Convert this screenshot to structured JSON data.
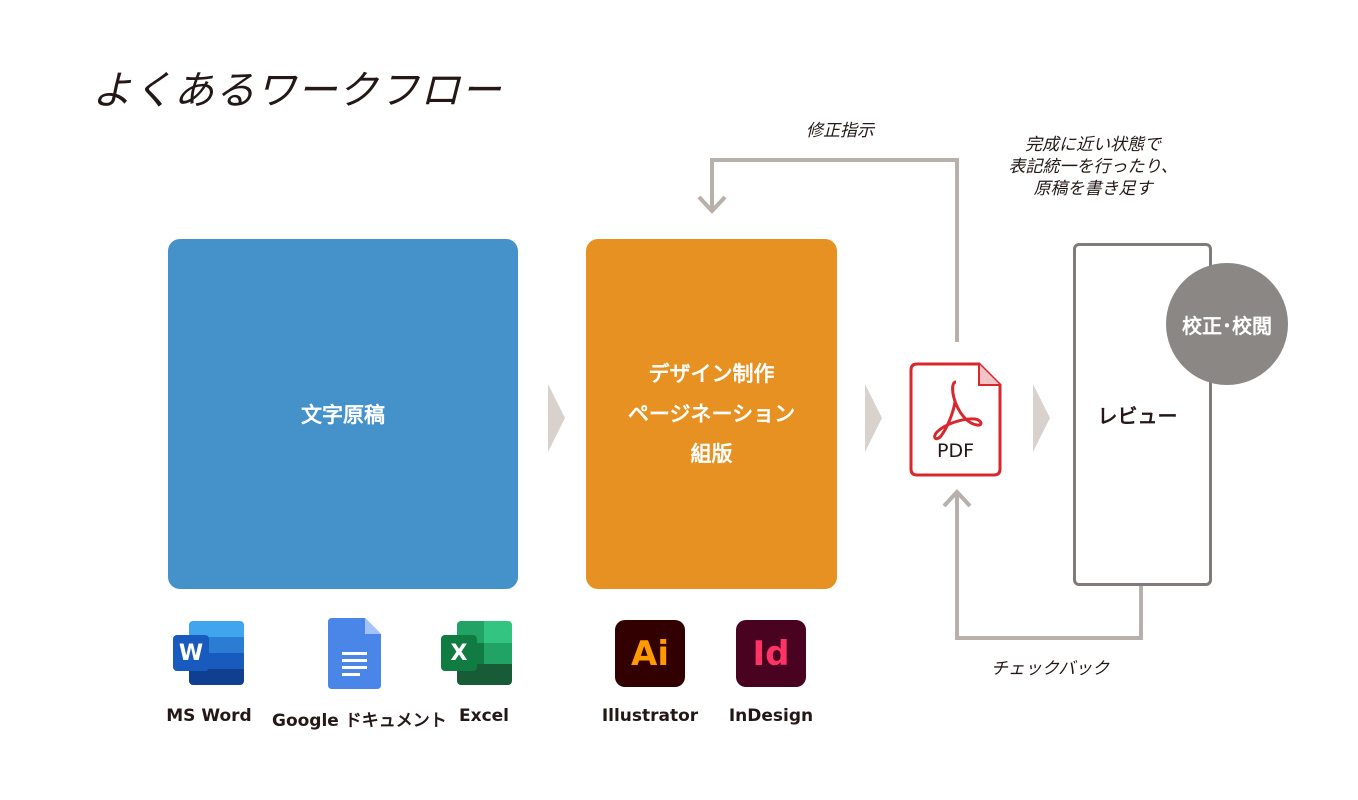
{
  "title": "よくあるワークフロー",
  "boxes": {
    "manuscript": "文字原稿",
    "design_line1": "デザイン制作",
    "design_line2": "ページネーション",
    "design_line3": "組版",
    "pdf": "PDF",
    "review": "レビュー",
    "proofreading": "校正･校閲"
  },
  "notes": {
    "correction": "修正指示",
    "review_line1": "完成に近い状態で",
    "review_line2": "表記統一を行ったり、",
    "review_line3": "原稿を書き足す",
    "checkback": "チェックバック"
  },
  "apps": [
    {
      "label": "MS Word",
      "icon": "W",
      "icon_name": "ms-word-icon"
    },
    {
      "label": "Google ドキュメント",
      "icon_name": "google-docs-icon"
    },
    {
      "label": "Excel",
      "icon": "X",
      "icon_name": "excel-icon"
    },
    {
      "label": "Illustrator",
      "icon": "Ai",
      "icon_name": "illustrator-icon"
    },
    {
      "label": "InDesign",
      "icon": "Id",
      "icon_name": "indesign-icon"
    }
  ],
  "colors": {
    "blue_box": "#4592cb",
    "orange_box": "#e69122",
    "pdf_red": "#d9272e",
    "flow_gray": "#b8b0ab",
    "circle_gray": "#8a8785"
  }
}
